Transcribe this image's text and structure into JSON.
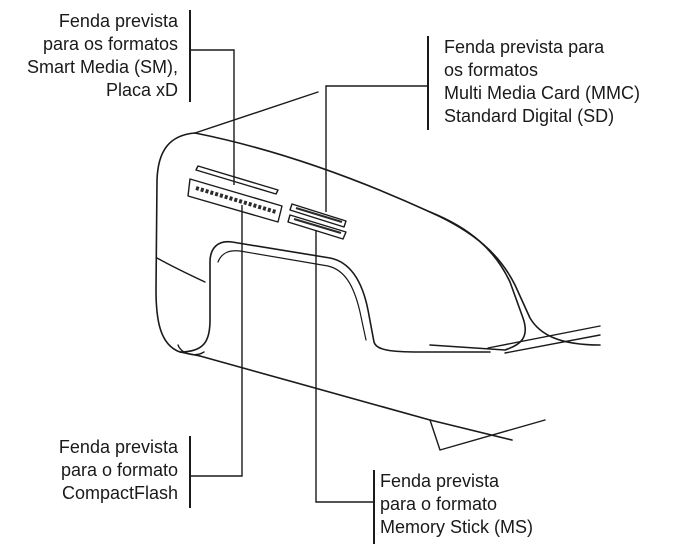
{
  "callouts": {
    "sm_xd": {
      "lines": [
        "Fenda prevista",
        "para os formatos",
        "Smart Media (SM),",
        "Placa xD"
      ]
    },
    "mmc_sd": {
      "lines": [
        "Fenda prevista para",
        "os formatos",
        "Multi Media Card (MMC)",
        "Standard Digital (SD)"
      ]
    },
    "compactflash": {
      "lines": [
        "Fenda prevista",
        "para o formato",
        "CompactFlash"
      ]
    },
    "memory_stick": {
      "lines": [
        "Fenda prevista",
        "para o formato",
        "Memory Stick (MS)"
      ]
    }
  },
  "colors": {
    "line": "#1a1a1a",
    "device_fill": "#ffffff",
    "slot_fill": "#2b2b2b"
  }
}
